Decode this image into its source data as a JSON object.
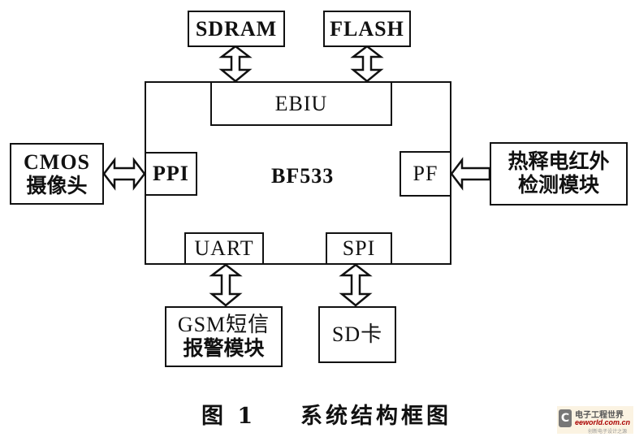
{
  "diagram": {
    "core": {
      "label": "BF533"
    },
    "interfaces": {
      "ebiu": "EBIU",
      "ppi": "PPI",
      "pf": "PF",
      "uart": "UART",
      "spi": "SPI"
    },
    "peripherals": {
      "sdram": "SDRAM",
      "flash": "FLASH",
      "cmos_line1": "CMOS",
      "cmos_line2": "摄像头",
      "pir_line1": "热释电红外",
      "pir_line2": "检测模块",
      "gsm_line1": "GSM短信",
      "gsm_line2": "报警模块",
      "sd": "SD卡"
    },
    "connections": [
      {
        "from": "SDRAM",
        "to": "EBIU",
        "type": "bidirectional"
      },
      {
        "from": "FLASH",
        "to": "EBIU",
        "type": "bidirectional"
      },
      {
        "from": "CMOS摄像头",
        "to": "PPI",
        "type": "bidirectional"
      },
      {
        "from": "热释电红外检测模块",
        "to": "PF",
        "type": "unidirectional"
      },
      {
        "from": "UART",
        "to": "GSM短信报警模块",
        "type": "bidirectional"
      },
      {
        "from": "SPI",
        "to": "SD卡",
        "type": "bidirectional"
      }
    ]
  },
  "caption": {
    "figure": "图 1",
    "title": "系统结构框图"
  },
  "watermark": {
    "name": "电子工程世界",
    "site": "eeworld.com.cn",
    "tagline": "创新电子设计之源"
  }
}
